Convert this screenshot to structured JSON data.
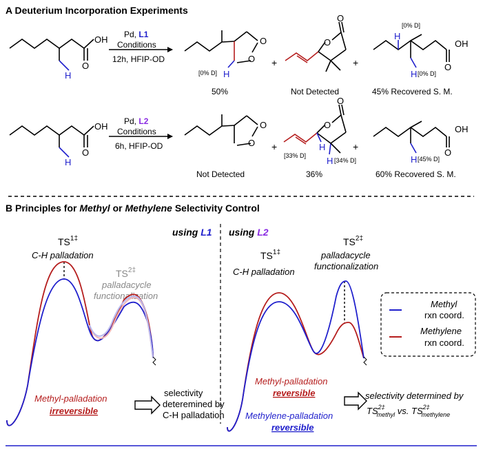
{
  "section_a": {
    "title": "A  Deuterium Incorporation Experiments",
    "row1": {
      "catalyst_prefix": "Pd, ",
      "ligand": "L1",
      "conditions": "Conditions",
      "time_solvent": "12h, HFIP-OD",
      "atom_oh": "OH",
      "atom_o": "O",
      "atom_h": "H",
      "p1_label": "[0% D]",
      "p1_yield": "50%",
      "p2_result": "Not Detected",
      "p3_label_top": "[0% D]",
      "p3_label_bottom": "[0% D]",
      "p3_result": "45% Recovered S. M.",
      "plus": "+"
    },
    "row2": {
      "catalyst_prefix": "Pd, ",
      "ligand": "L2",
      "conditions": "Conditions",
      "time_solvent": "6h, HFIP-OD",
      "atom_oh": "OH",
      "atom_o": "O",
      "atom_h": "H",
      "p1_result": "Not Detected",
      "p2_label_left": "[33% D]",
      "p2_label_right": "[34% D]",
      "p2_yield": "36%",
      "p3_label": "[45% D]",
      "p3_result": "60% Recovered S. M.",
      "plus": "+"
    }
  },
  "section_b": {
    "title_prefix": "B  Principles for ",
    "title_methyl": "Methyl",
    "title_or": " or ",
    "title_methylene": "Methylene",
    "title_suffix": " Selectivity Control",
    "left": {
      "using": "using ",
      "ligand": "L1",
      "ts1": "TS",
      "ts1_sup": "1‡",
      "ts1_desc": "C-H palladation",
      "ts2": "TS",
      "ts2_sup": "2‡",
      "ts2_desc_line1": "palladacycle",
      "ts2_desc_line2": "functionalization",
      "outcome_line1": "Methyl-palladation",
      "outcome_line2": "irreversible",
      "conclusion_line1": "selectivity",
      "conclusion_line2": "deteremined by",
      "conclusion_line3": "C-H palladation"
    },
    "right": {
      "using": "using ",
      "ligand": "L2",
      "ts1": "TS",
      "ts1_sup": "1‡",
      "ts1_desc": "C-H palladation",
      "ts2": "TS",
      "ts2_sup": "2‡",
      "ts2_desc_line1": "palladacycle",
      "ts2_desc_line2": "functionalization",
      "methyl_outcome_line1": "Methyl-palladation",
      "methyl_outcome_line2": "reversible",
      "methylene_outcome_line1": "Methylene-palladation",
      "methylene_outcome_line2": "reversible",
      "conclusion_line1": "selectivity determined by",
      "conclusion_ts": "TS",
      "conclusion_sup": "2‡",
      "conclusion_sub1": "methyl",
      "conclusion_vs": " vs. ",
      "conclusion_sub2": "methylene"
    },
    "legend": {
      "methyl_line1": "Methyl",
      "methyl_line2": "rxn coord.",
      "methylene_line1": "Methylene",
      "methylene_line2": "rxn coord."
    }
  },
  "colors": {
    "methyl": "#1f1fcc",
    "methylene": "#b51d1d",
    "ligand_l1": "#1f1fcc",
    "ligand_l2": "#8a2be2",
    "faded": "#888888"
  }
}
